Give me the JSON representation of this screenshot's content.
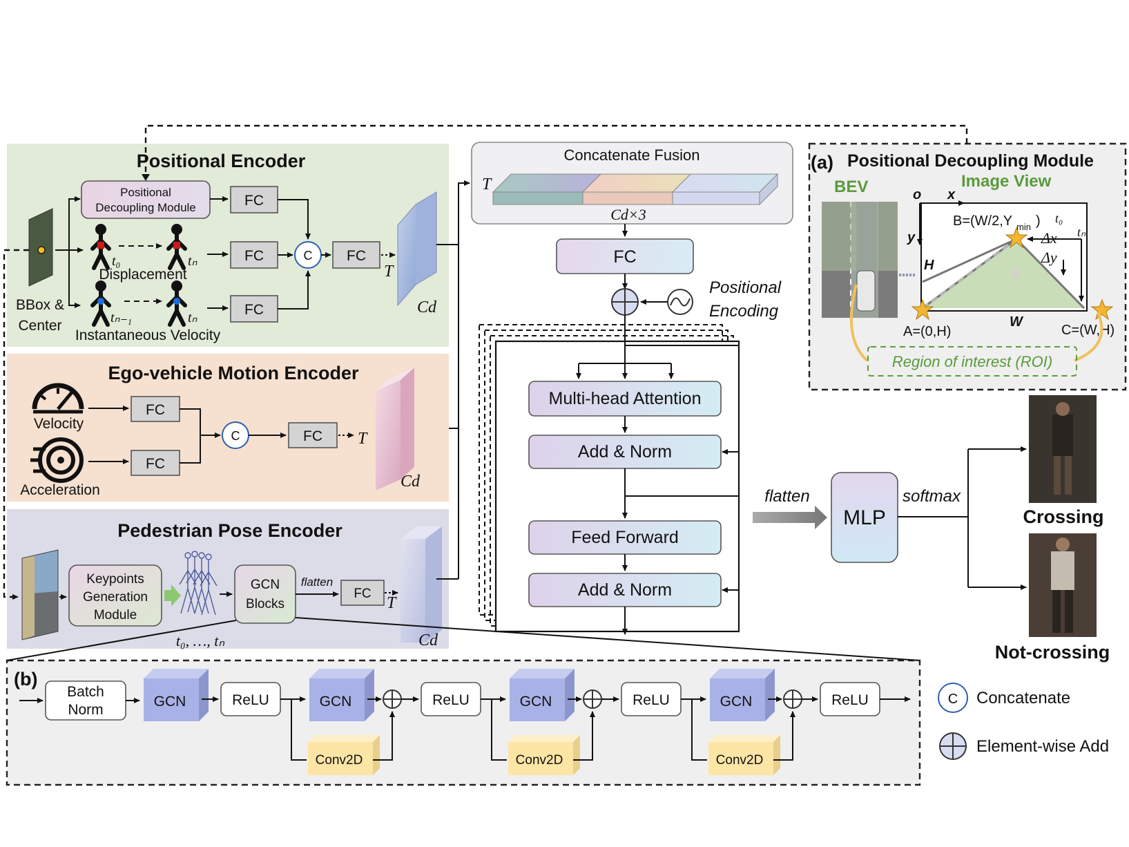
{
  "positional_encoder": {
    "title": "Positional Encoder",
    "bbox_label_1": "BBox &",
    "bbox_label_2": "Center",
    "pdm_line1": "Positional",
    "pdm_line2": "Decoupling Module",
    "fc": "FC",
    "displacement": "Displacement",
    "inst_velocity": "Instantaneous Velocity",
    "t0": "t₀",
    "tn": "tₙ",
    "tn1": "tₙ₋₁",
    "T": "T",
    "Cd": "Cd"
  },
  "ego_encoder": {
    "title": "Ego-vehicle Motion Encoder",
    "velocity": "Velocity",
    "acceleration": "Acceleration",
    "fc": "FC",
    "T": "T",
    "Cd": "Cd"
  },
  "pose_encoder": {
    "title": "Pedestrian Pose Encoder",
    "kgm_line1": "Keypoints",
    "kgm_line2": "Generation",
    "kgm_line3": "Module",
    "gcn_line1": "GCN",
    "gcn_line2": "Blocks",
    "flatten": "flatten",
    "fc": "FC",
    "time_range": "t₀, …, tₙ",
    "T": "T",
    "Cd": "Cd"
  },
  "fusion": {
    "title": "Concatenate Fusion",
    "T": "T",
    "dim": "Cd×3",
    "fc": "FC",
    "pos_enc_1": "Positional",
    "pos_enc_2": "Encoding"
  },
  "transformer": {
    "mha": "Multi-head Attention",
    "addnorm": "Add & Norm",
    "ff": "Feed Forward"
  },
  "head": {
    "flatten": "flatten",
    "mlp": "MLP",
    "softmax": "softmax",
    "crossing": "Crossing",
    "not_crossing": "Not-crossing"
  },
  "pdm": {
    "tag": "(a)",
    "title": "Positional Decoupling Module",
    "bev": "BEV",
    "image_view": "Image View",
    "o": "o",
    "x": "x",
    "y": "y",
    "H": "H",
    "W": "W",
    "B": "B=(W/2,Y",
    "B_sub": "min",
    "A": "A=(0,H)",
    "C": "C=(W,H)",
    "dx": "Δx",
    "dy": "Δy",
    "t0": "t₀",
    "tn": "tₙ",
    "roi": "Region of interest (ROI)"
  },
  "gcn_block": {
    "tag": "(b)",
    "batch1": "Batch",
    "batch2": "Norm",
    "gcn": "GCN",
    "relu": "ReLU",
    "conv": "Conv2D"
  },
  "legend": {
    "c_symbol": "C",
    "concat": "Concatenate",
    "add": "Element-wise Add"
  },
  "colors": {
    "positional_bg": "#e2ead8",
    "ego_bg": "#f6e0cf",
    "pose_bg": "#dcdce8",
    "gray_panel": "#efefef",
    "roi_green": "#5a9a3c",
    "star": "#f2b632",
    "gcn_blue": "#a9b2e6",
    "conv_yellow": "#fde5a6"
  }
}
